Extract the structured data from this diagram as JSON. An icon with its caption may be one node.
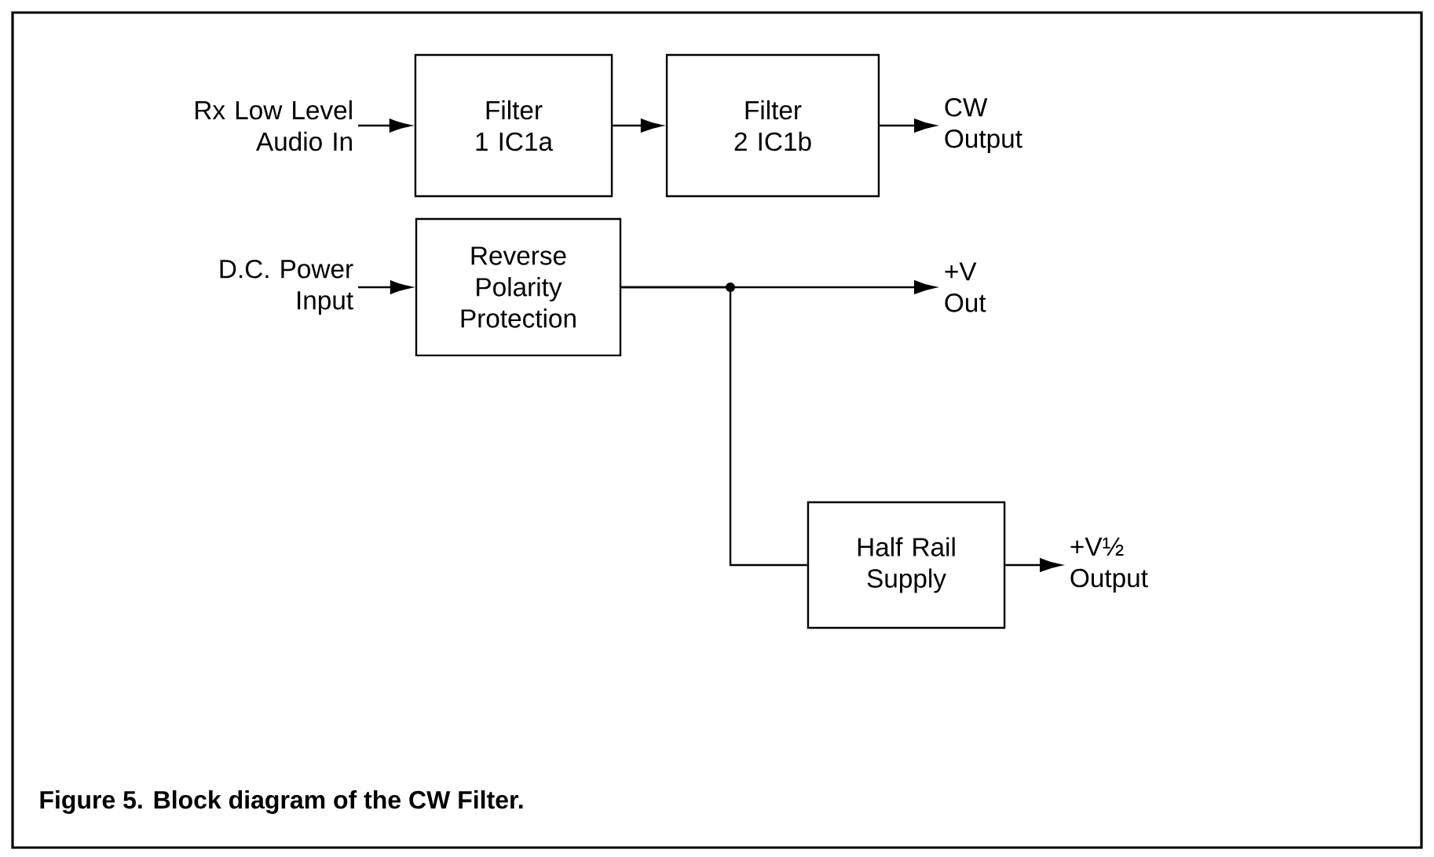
{
  "diagram": {
    "caption": "Figure 5. Block diagram of the CW Filter.",
    "nodes": [
      {
        "text": [
          "Rx Low Level Audio In"
        ]
      },
      {
        "text": [
          "Filter 1 IC1a"
        ]
      },
      {
        "text": [
          "Filter 2 IC1b"
        ]
      },
      {
        "text": [
          "CW Output"
        ]
      },
      {
        "text": [
          "D.C. Power Input"
        ]
      },
      {
        "text": [
          "Reverse Polarity Protection"
        ]
      },
      {
        "text": [
          "+V Out"
        ]
      },
      {
        "text": [
          "Half Rail Supply"
        ]
      },
      {
        "text": [
          "+V½ Output"
        ]
      }
    ],
    "edges": [
      {
        "from": 0,
        "to": 1,
        "arrow": "to"
      },
      {
        "from": 1,
        "to": 2,
        "arrow": "to"
      },
      {
        "from": 2,
        "to": 3,
        "arrow": "to"
      },
      {
        "from": 4,
        "to": 5,
        "arrow": "to"
      },
      {
        "from": 5,
        "to": 6,
        "arrow": "to"
      },
      {
        "from": 5,
        "to": 7,
        "arrow": "none"
      },
      {
        "from": 7,
        "to": 8,
        "arrow": "to"
      }
    ]
  }
}
